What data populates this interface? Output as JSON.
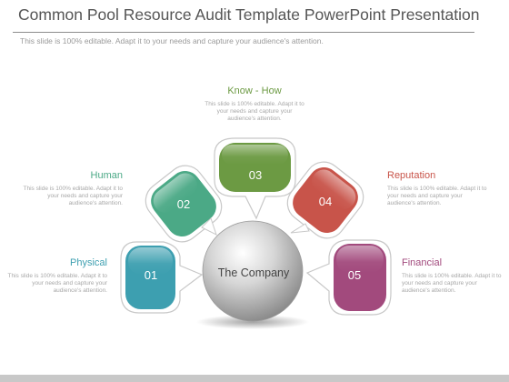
{
  "slide": {
    "title": "Common Pool Resource Audit Template PowerPoint Presentation",
    "subtitle": "This slide is 100% editable. Adapt it to your needs and capture your audience's attention."
  },
  "center": {
    "label": "The Company"
  },
  "nodes": [
    {
      "number": "01",
      "heading": "Physical",
      "desc": "This slide is 100% editable. Adapt it to your needs and capture your audience's attention.",
      "color": "#3d9fb0"
    },
    {
      "number": "02",
      "heading": "Human",
      "desc": "This slide is 100% editable. Adapt it to your needs and capture your audience's attention.",
      "color": "#4ba986"
    },
    {
      "number": "03",
      "heading": "Know - How",
      "desc": "This slide is 100% editable. Adapt it to your needs and capture your audience's attention.",
      "color": "#6c9a43"
    },
    {
      "number": "04",
      "heading": "Reputation",
      "desc": "This slide is 100% editable. Adapt it to your needs and capture your audience's attention.",
      "color": "#c8544a"
    },
    {
      "number": "05",
      "heading": "Financial",
      "desc": "This slide is 100% editable. Adapt it to your needs and capture your audience's attention.",
      "color": "#a24a7d"
    }
  ],
  "colors": {
    "physical": "#3d9fb0",
    "human": "#4ba986",
    "knowhow": "#6c9a43",
    "reputation": "#c8544a",
    "financial": "#a24a7d",
    "heading_text": "#4f8fb0"
  }
}
